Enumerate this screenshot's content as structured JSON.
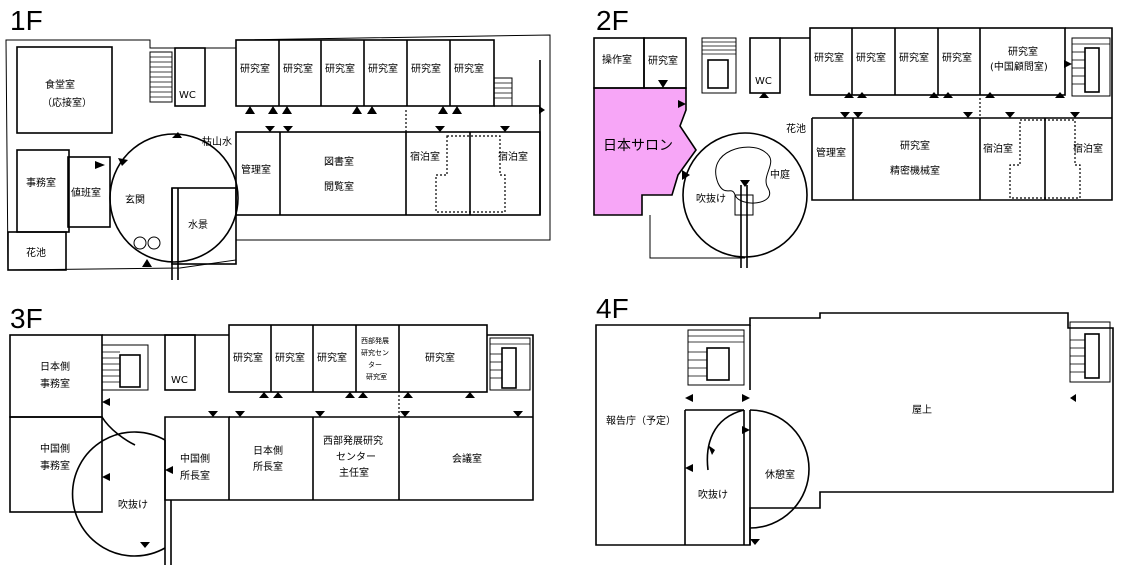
{
  "floors": {
    "f1": {
      "title": "1F",
      "labels": {
        "dining": "食堂室",
        "reception": "（応接室）",
        "wc": "WC",
        "lab1": "研究室",
        "lab2": "研究室",
        "lab3": "研究室",
        "lab4": "研究室",
        "lab5": "研究室",
        "lab6": "研究室",
        "karesansui": "枯山水",
        "office": "事務室",
        "duty": "値班室",
        "entrance": "玄関",
        "fountain": "水景",
        "management": "管理室",
        "library": "図書室",
        "reading": "閲覧室",
        "lodging1": "宿泊室",
        "lodging2": "宿泊室",
        "flowerpond": "花池"
      }
    },
    "f2": {
      "title": "2F",
      "labels": {
        "operation": "操作室",
        "lab_a": "研究室",
        "wc": "WC",
        "lab1": "研究室",
        "lab2": "研究室",
        "lab3": "研究室",
        "lab4": "研究室",
        "lab_advisor": "研究室",
        "advisor": "(中国顧問室)",
        "salon": "日本サロン",
        "flowerpond": "花池",
        "courtyard": "中庭",
        "atrium": "吹抜け",
        "management": "管理室",
        "precision_lab": "研究室",
        "precision_room": "精密機械室",
        "lodging1": "宿泊室",
        "lodging2": "宿泊室"
      },
      "colors": {
        "salon": "#f7a6f7"
      }
    },
    "f3": {
      "title": "3F",
      "labels": {
        "jp_office_1": "日本側",
        "jp_office_2": "事務室",
        "wc": "WC",
        "lab1": "研究室",
        "lab2": "研究室",
        "lab3": "研究室",
        "western_1": "西部発展",
        "western_2": "研究セン",
        "western_3": "ター",
        "western_4": "研究室",
        "lab5": "研究室",
        "cn_office_1": "中国側",
        "cn_office_2": "事務室",
        "cn_director_1": "中国側",
        "cn_director_2": "所長室",
        "jp_director_1": "日本側",
        "jp_director_2": "所長室",
        "western_chief_1": "西部発展研究",
        "western_chief_2": "センター",
        "western_chief_3": "主任室",
        "meeting": "会議室",
        "atrium": "吹抜け"
      }
    },
    "f4": {
      "title": "4F",
      "labels": {
        "report_hall": "報告庁（予定）",
        "rooftop": "屋上",
        "lounge": "休憩室",
        "atrium": "吹抜け"
      }
    }
  }
}
